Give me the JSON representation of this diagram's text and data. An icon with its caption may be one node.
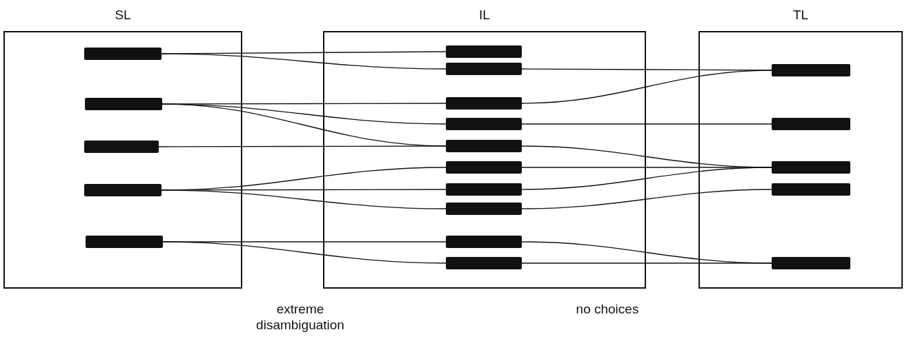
{
  "diagram": {
    "nodes": [
      {
        "text": [
          "SL"
        ]
      },
      {
        "text": [],
        "shape": "bar",
        "in": 0
      },
      {
        "text": [],
        "shape": "bar",
        "in": 0
      },
      {
        "text": [],
        "shape": "bar",
        "in": 0
      },
      {
        "text": [],
        "shape": "bar",
        "in": 0
      },
      {
        "text": [],
        "shape": "bar",
        "in": 0
      },
      {
        "text": [
          "IL"
        ]
      },
      {
        "text": [],
        "shape": "bar",
        "in": 6
      },
      {
        "text": [],
        "shape": "bar",
        "in": 6
      },
      {
        "text": [],
        "shape": "bar",
        "in": 6
      },
      {
        "text": [],
        "shape": "bar",
        "in": 6
      },
      {
        "text": [],
        "shape": "bar",
        "in": 6
      },
      {
        "text": [],
        "shape": "bar",
        "in": 6
      },
      {
        "text": [],
        "shape": "bar",
        "in": 6
      },
      {
        "text": [],
        "shape": "bar",
        "in": 6
      },
      {
        "text": [],
        "shape": "bar",
        "in": 6
      },
      {
        "text": [],
        "shape": "bar",
        "in": 6
      },
      {
        "text": [
          "TL"
        ]
      },
      {
        "text": [],
        "shape": "bar",
        "in": 17
      },
      {
        "text": [],
        "shape": "bar",
        "in": 17
      },
      {
        "text": [],
        "shape": "bar",
        "in": 17
      },
      {
        "text": [],
        "shape": "bar",
        "in": 17
      },
      {
        "text": [],
        "shape": "bar",
        "in": 17
      }
    ],
    "edges": [
      {
        "from": 1,
        "to": 7,
        "arrow": "none"
      },
      {
        "from": 1,
        "to": 8,
        "arrow": "none"
      },
      {
        "from": 2,
        "to": 9,
        "arrow": "none"
      },
      {
        "from": 2,
        "to": 10,
        "arrow": "none"
      },
      {
        "from": 2,
        "to": 11,
        "arrow": "none"
      },
      {
        "from": 3,
        "to": 11,
        "arrow": "none"
      },
      {
        "from": 4,
        "to": 12,
        "arrow": "none"
      },
      {
        "from": 4,
        "to": 13,
        "arrow": "none"
      },
      {
        "from": 4,
        "to": 14,
        "arrow": "none"
      },
      {
        "from": 5,
        "to": 15,
        "arrow": "none"
      },
      {
        "from": 5,
        "to": 16,
        "arrow": "none"
      },
      {
        "from": 8,
        "to": 18,
        "arrow": "none"
      },
      {
        "from": 9,
        "to": 18,
        "arrow": "none"
      },
      {
        "from": 10,
        "to": 19,
        "arrow": "none"
      },
      {
        "from": 11,
        "to": 20,
        "arrow": "none"
      },
      {
        "from": 12,
        "to": 20,
        "arrow": "none"
      },
      {
        "from": 13,
        "to": 20,
        "arrow": "none"
      },
      {
        "from": 14,
        "to": 21,
        "arrow": "none"
      },
      {
        "from": 15,
        "to": 22,
        "arrow": "none"
      },
      {
        "from": 16,
        "to": 22,
        "arrow": "none"
      }
    ],
    "labels": [
      "extreme disambiguation",
      "no choices"
    ]
  }
}
